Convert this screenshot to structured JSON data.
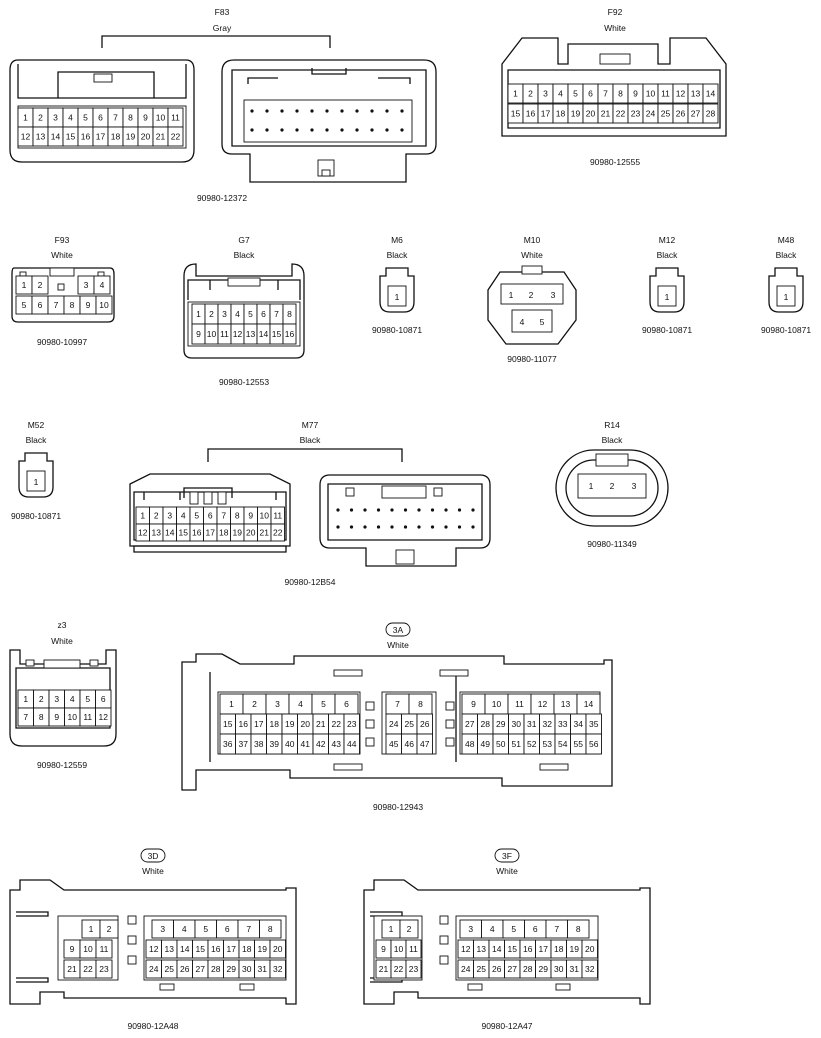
{
  "connectors": {
    "f83": {
      "name": "F83",
      "color": "Gray",
      "part": "90980-12372",
      "pins_row1": [
        "1",
        "2",
        "3",
        "4",
        "5",
        "6",
        "7",
        "8",
        "9",
        "10",
        "11"
      ],
      "pins_row2": [
        "12",
        "13",
        "14",
        "15",
        "16",
        "17",
        "18",
        "19",
        "20",
        "21",
        "22"
      ]
    },
    "f92": {
      "name": "F92",
      "color": "White",
      "part": "90980-12555",
      "pins_row1": [
        "1",
        "2",
        "3",
        "4",
        "5",
        "6",
        "7",
        "8",
        "9",
        "10",
        "11",
        "12",
        "13",
        "14"
      ],
      "pins_row2": [
        "15",
        "16",
        "17",
        "18",
        "19",
        "20",
        "21",
        "22",
        "23",
        "24",
        "25",
        "26",
        "27",
        "28"
      ]
    },
    "f93": {
      "name": "F93",
      "color": "White",
      "part": "90980-10997",
      "pins_row1": [
        "1",
        "2",
        "3",
        "4"
      ],
      "pins_row2": [
        "5",
        "6",
        "7",
        "8",
        "9",
        "10"
      ]
    },
    "g7": {
      "name": "G7",
      "color": "Black",
      "part": "90980-12553",
      "pins_row1": [
        "1",
        "2",
        "3",
        "4",
        "5",
        "6",
        "7",
        "8"
      ],
      "pins_row2": [
        "9",
        "10",
        "11",
        "12",
        "13",
        "14",
        "15",
        "16"
      ]
    },
    "m6": {
      "name": "M6",
      "color": "Black",
      "part": "90980-10871",
      "pins": [
        "1"
      ]
    },
    "m10": {
      "name": "M10",
      "color": "White",
      "part": "90980-11077",
      "pins": [
        "1",
        "2",
        "3",
        "4",
        "5"
      ]
    },
    "m12": {
      "name": "M12",
      "color": "Black",
      "part": "90980-10871",
      "pins": [
        "1"
      ]
    },
    "m48": {
      "name": "M48",
      "color": "Black",
      "part": "90980-10871",
      "pins": [
        "1"
      ]
    },
    "m52": {
      "name": "M52",
      "color": "Black",
      "part": "90980-10871",
      "pins": [
        "1"
      ]
    },
    "m77": {
      "name": "M77",
      "color": "Black",
      "part": "90980-12B54",
      "pins_row1": [
        "1",
        "2",
        "3",
        "4",
        "5",
        "6",
        "7",
        "8",
        "9",
        "10",
        "11"
      ],
      "pins_row2": [
        "12",
        "13",
        "14",
        "15",
        "16",
        "17",
        "18",
        "19",
        "20",
        "21",
        "22"
      ]
    },
    "r14": {
      "name": "R14",
      "color": "Black",
      "part": "90980-11349",
      "pins": [
        "1",
        "2",
        "3"
      ]
    },
    "z3": {
      "name": "z3",
      "color": "White",
      "part": "90980-12559",
      "pins_row1": [
        "1",
        "2",
        "3",
        "4",
        "5",
        "6"
      ],
      "pins_row2": [
        "7",
        "8",
        "9",
        "10",
        "11",
        "12"
      ]
    },
    "c3a": {
      "name": "3A",
      "color": "White",
      "part": "90980-12943",
      "left_row1": [
        "1",
        "2",
        "3",
        "4",
        "5",
        "6"
      ],
      "left_row2": [
        "15",
        "16",
        "17",
        "18",
        "19",
        "20",
        "21",
        "22",
        "23"
      ],
      "left_row3": [
        "36",
        "37",
        "38",
        "39",
        "40",
        "41",
        "42",
        "43",
        "44"
      ],
      "mid_row1": [
        "7",
        "8"
      ],
      "mid_row2": [
        "24",
        "25",
        "26"
      ],
      "mid_row3": [
        "45",
        "46",
        "47"
      ],
      "right_row1": [
        "9",
        "10",
        "11",
        "12",
        "13",
        "14"
      ],
      "right_row2": [
        "27",
        "28",
        "29",
        "30",
        "31",
        "32",
        "33",
        "34",
        "35"
      ],
      "right_row3": [
        "48",
        "49",
        "50",
        "51",
        "52",
        "53",
        "54",
        "55",
        "56"
      ]
    },
    "c3d": {
      "name": "3D",
      "color": "White",
      "part": "90980-12A48",
      "left_row1": [
        "1",
        "2"
      ],
      "left_row2": [
        "9",
        "10",
        "11"
      ],
      "left_row3": [
        "21",
        "22",
        "23"
      ],
      "right_row1": [
        "3",
        "4",
        "5",
        "6",
        "7",
        "8"
      ],
      "right_row2": [
        "12",
        "13",
        "14",
        "15",
        "16",
        "17",
        "18",
        "19",
        "20"
      ],
      "right_row3": [
        "24",
        "25",
        "26",
        "27",
        "28",
        "29",
        "30",
        "31",
        "32"
      ]
    },
    "c3f": {
      "name": "3F",
      "color": "White",
      "part": "90980-12A47",
      "left_row1": [
        "1",
        "2"
      ],
      "left_row2": [
        "9",
        "10",
        "11"
      ],
      "left_row3": [
        "21",
        "22",
        "23"
      ],
      "right_row1": [
        "3",
        "4",
        "5",
        "6",
        "7",
        "8"
      ],
      "right_row2": [
        "12",
        "13",
        "14",
        "15",
        "16",
        "17",
        "18",
        "19",
        "20"
      ],
      "right_row3": [
        "24",
        "25",
        "26",
        "27",
        "28",
        "29",
        "30",
        "31",
        "32"
      ]
    }
  }
}
